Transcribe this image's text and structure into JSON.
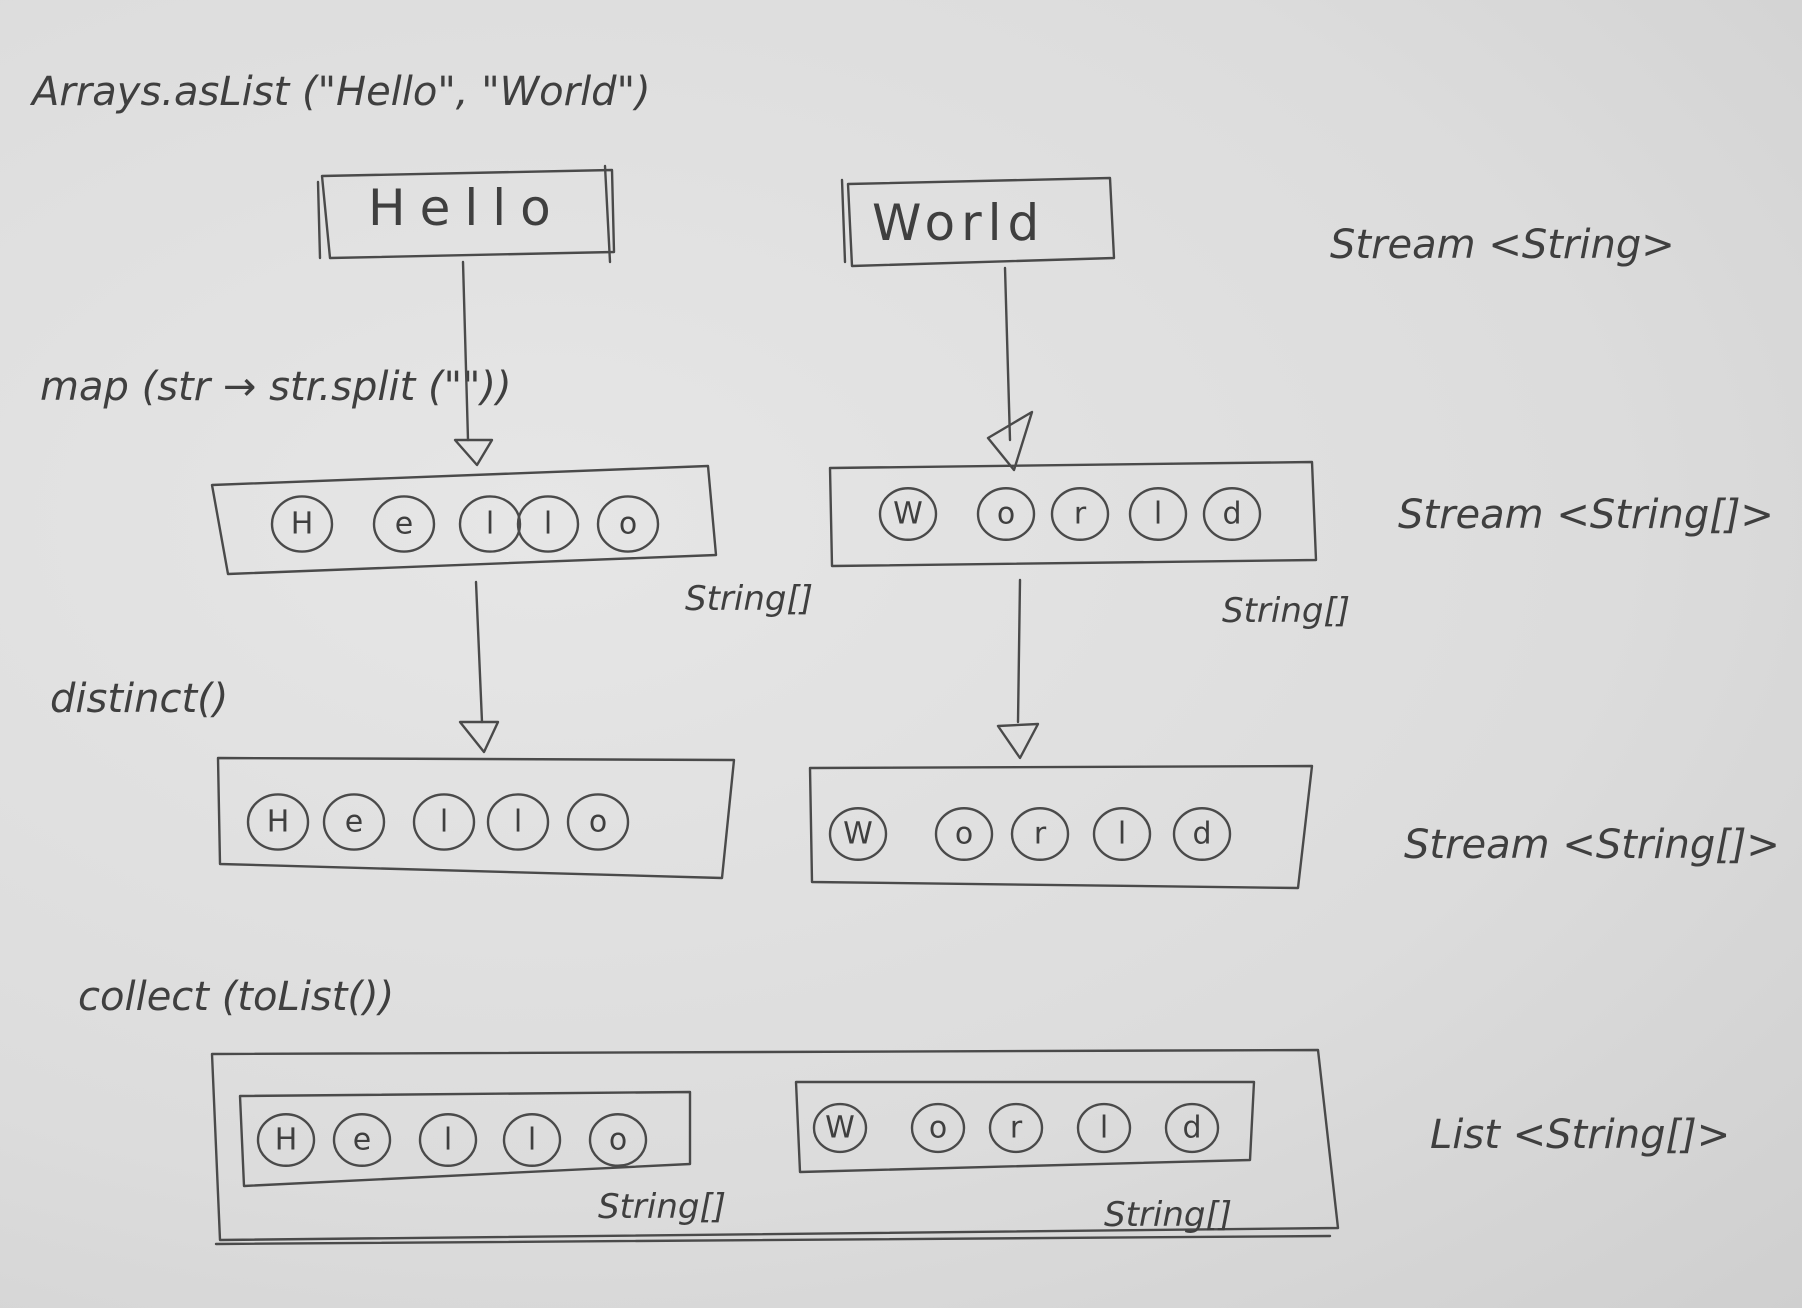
{
  "source_expression": "Arrays.asList (\"Hello\", \"World\")",
  "words": [
    "Hello",
    "World"
  ],
  "operations": {
    "map": "map (str → str.split (\"\"))",
    "distinct": "distinct()",
    "collect": "collect (toList())"
  },
  "stage_types": {
    "words": "Stream <String>",
    "split": "Stream <String[]>",
    "distinct": "Stream <String[]>",
    "collected": "List <String[]>"
  },
  "element_type_label": "String[]",
  "hello_chars": [
    "H",
    "e",
    "l",
    "l",
    "o"
  ],
  "world_chars": [
    "W",
    "o",
    "r",
    "l",
    "d"
  ]
}
